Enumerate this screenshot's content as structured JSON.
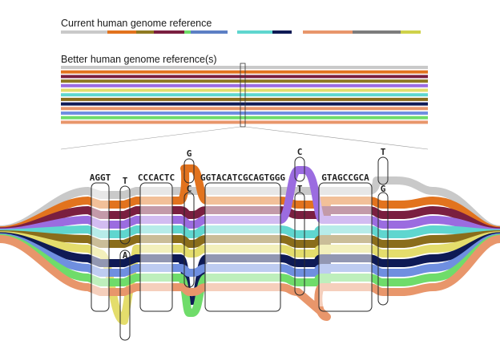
{
  "current_title": "Current human genome reference",
  "better_title": "Better human genome reference(s)",
  "colors": {
    "gray": "#c9c9c9",
    "orange": "#e2731e",
    "olive": "#8f7a22",
    "maroon": "#7a1f40",
    "purple": "#9b6ce0",
    "teal": "#5fd6cf",
    "darkgold": "#8a6d1b",
    "yellow": "#e4dd6c",
    "navy": "#0e1a55",
    "blue": "#6f8fe0",
    "green": "#6fdc6a",
    "salmon": "#e8966b",
    "steel": "#5c7fc4",
    "darkgray": "#7c7c7c",
    "yellowgreen": "#cfd24a"
  },
  "current_segments": [
    "gray",
    "orange",
    "olive",
    "maroon",
    "green",
    "steel",
    "white",
    "teal",
    "navy",
    "white",
    "salmon",
    "darkgray",
    "yellowgreen"
  ],
  "haplotypes": [
    "gray",
    "orange",
    "maroon",
    "purple",
    "teal",
    "darkgold",
    "yellow",
    "navy",
    "blue",
    "green",
    "salmon"
  ],
  "haplotype_bars": [
    "gray",
    "orange",
    "maroon",
    "olive",
    "purple",
    "yellow",
    "teal",
    "darkgold",
    "navy",
    "salmon",
    "blue",
    "green",
    "salmon"
  ],
  "sequences": [
    {
      "id": "seg-1",
      "text": "AGGT"
    },
    {
      "id": "seg-2",
      "text": "T"
    },
    {
      "id": "seg-3",
      "text": "A"
    },
    {
      "id": "seg-4",
      "text": "CCCACTC"
    },
    {
      "id": "seg-5",
      "text": "G"
    },
    {
      "id": "seg-6",
      "text": "C"
    },
    {
      "id": "seg-7",
      "text": "GGTACATCGCAGTGGG"
    },
    {
      "id": "seg-8",
      "text": "C"
    },
    {
      "id": "seg-9",
      "text": "T"
    },
    {
      "id": "seg-10",
      "text": "GTAGCCGCA"
    },
    {
      "id": "seg-11",
      "text": "T"
    },
    {
      "id": "seg-12",
      "text": "G"
    }
  ]
}
